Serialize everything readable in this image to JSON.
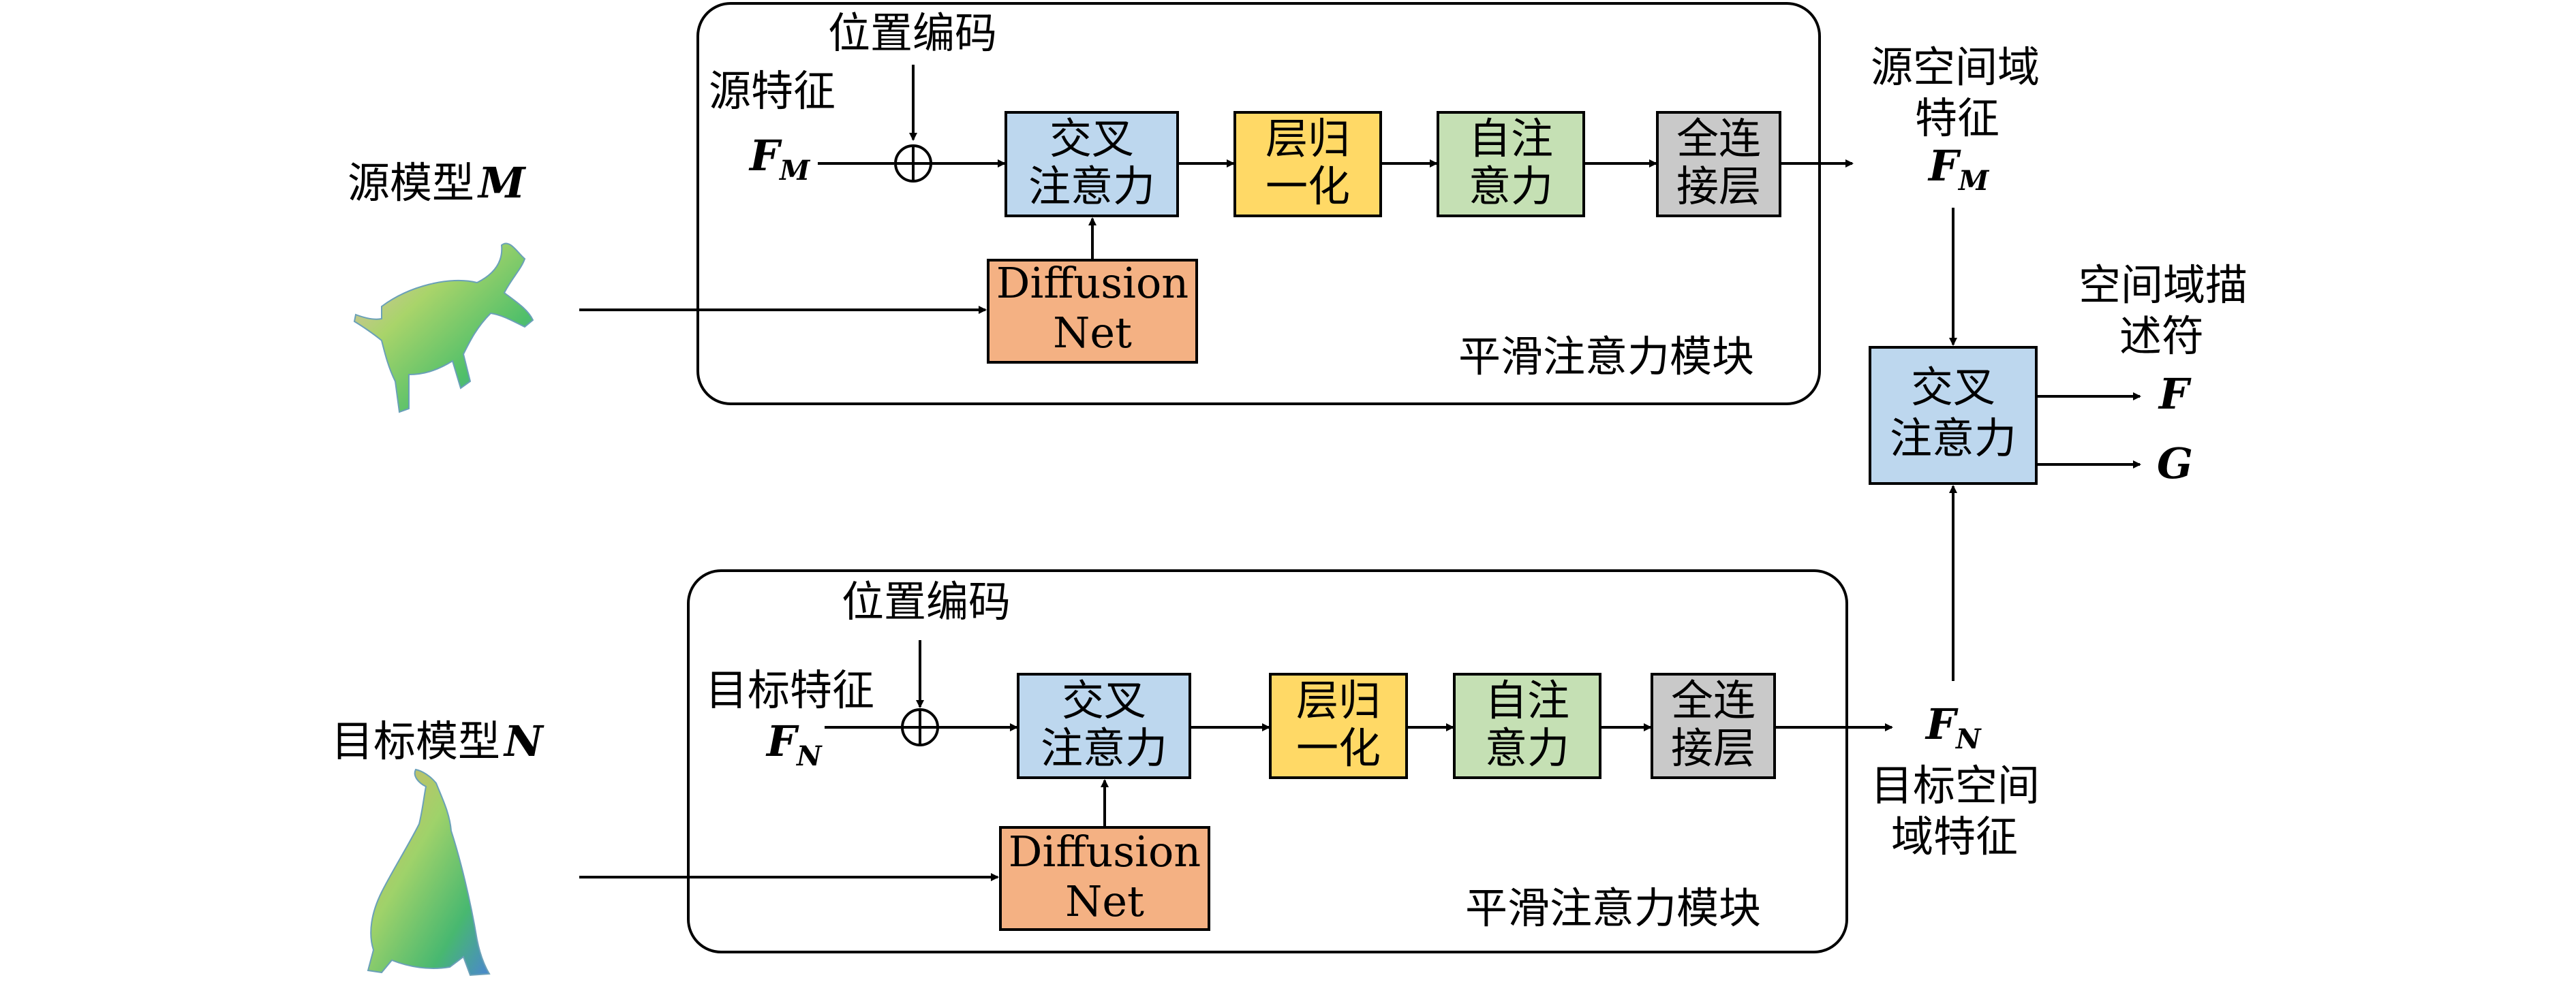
{
  "colors": {
    "cross_attention": "#bdd7ee",
    "layer_norm": "#ffd966",
    "self_attention": "#c5e0b4",
    "fully_connected": "#c9c9c9",
    "diffusion_net": "#f4b183",
    "stroke": "#000000"
  },
  "source": {
    "model_label": "源模型",
    "model_symbol": "M",
    "feature_label": "源特征",
    "feature_symbol": "F",
    "feature_sub": "M",
    "pos_enc": "位置编码",
    "cross_attn": [
      "交叉",
      "注意力"
    ],
    "layer_norm": [
      "层归",
      "一化"
    ],
    "self_attn": [
      "自注",
      "意力"
    ],
    "fc": [
      "全连",
      "接层"
    ],
    "diffusion": [
      "Diffusion",
      "Net"
    ],
    "module_name": "平滑注意力模块",
    "out_label": [
      "源空间域",
      "特征"
    ],
    "out_symbol": "F",
    "out_sub": "M"
  },
  "target": {
    "model_label": "目标模型",
    "model_symbol": "N",
    "feature_label": "目标特征",
    "feature_symbol": "F",
    "feature_sub": "N",
    "pos_enc": "位置编码",
    "cross_attn": [
      "交叉",
      "注意力"
    ],
    "layer_norm": [
      "层归",
      "一化"
    ],
    "self_attn": [
      "自注",
      "意力"
    ],
    "fc": [
      "全连",
      "接层"
    ],
    "diffusion": [
      "Diffusion",
      "Net"
    ],
    "module_name": "平滑注意力模块",
    "out_label": [
      "目标空间",
      "域特征"
    ],
    "out_symbol": "F",
    "out_sub": "N"
  },
  "final": {
    "cross_attn": [
      "交叉",
      "注意力"
    ],
    "descriptor_label": [
      "空间域描",
      "述符"
    ],
    "out_f": "F",
    "out_g": "G"
  }
}
